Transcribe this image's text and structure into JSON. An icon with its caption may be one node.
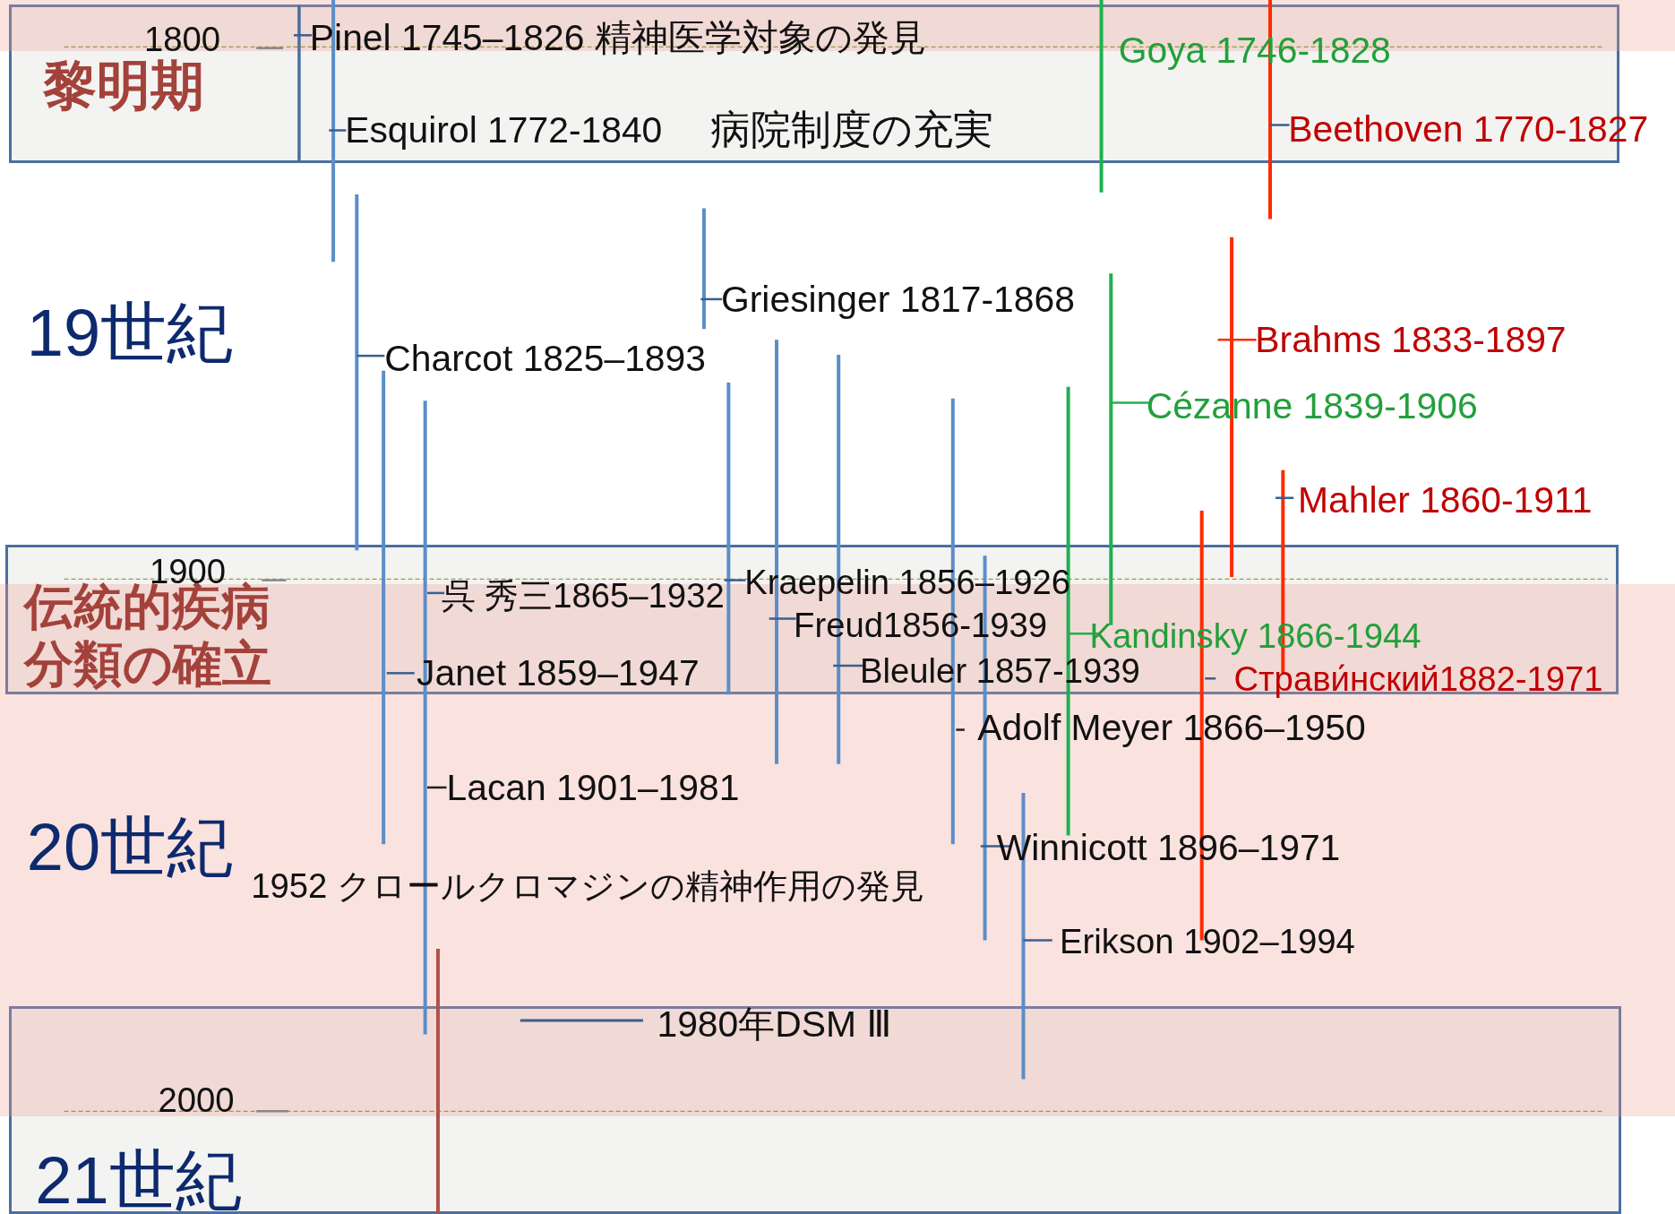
{
  "diagram": {
    "nodes": [
      {
        "text": [
          "黎明期"
        ]
      },
      {
        "text": [
          "伝統的疾病分類の確立"
        ]
      },
      {
        "text": [],
        "shape": "box"
      }
    ],
    "labels": [
      "1800",
      "Pinel 1745–1826 精神医学対象の発見",
      "Goya 1746-1828",
      "Esquirol 1772-1840",
      "病院制度の充実",
      "Beethoven 1770-1827",
      "Griesinger 1817-1868",
      "19世紀",
      "Brahms 1833-1897",
      "Charcot 1825–1893",
      "Cézanne 1839-1906",
      "Mahler 1860-1911",
      "1900",
      "呉 秀三1865–1932",
      "Kraepelin 1856–1926",
      "Freud1856-1939",
      "Kandinsky 1866-1944",
      "Janet 1859–1947",
      "Bleuler 1857-1939",
      "Страви́нский1882-1971",
      "Adolf Meyer 1866–1950",
      "Lacan 1901–1981",
      "20世紀",
      "Winnicott 1896–1971",
      "1952 クロールクロマジンの精神作用の発見",
      "Erikson 1902–1994",
      "1980年DSM Ⅲ",
      "2000",
      "21世紀"
    ]
  }
}
